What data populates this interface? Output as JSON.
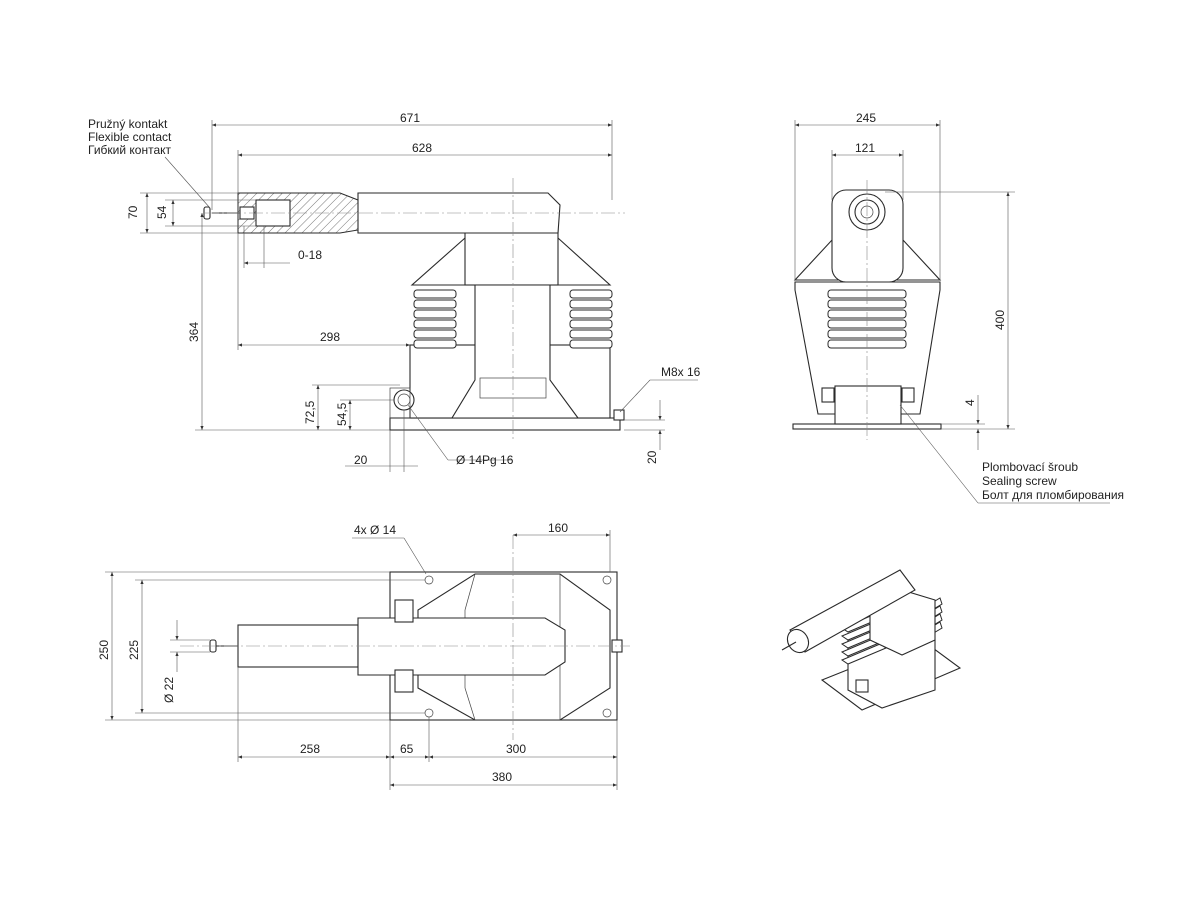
{
  "labels": {
    "flexible_contact": [
      "Pružný kontakt",
      "Flexible contact",
      "Гибкий контакт"
    ],
    "sealing_screw": [
      "Plombovací šroub",
      "Sealing screw",
      "Болт для пломбирования"
    ],
    "hole_callout": "Ø 14Pg 16",
    "bolt_callout": "M8x 16",
    "holes_callout": "4x Ø 14"
  },
  "front_view": {
    "overall_length": "671",
    "arm_length": "628",
    "contact_height": "70",
    "contact_inner": "54",
    "contact_travel": "0-18",
    "total_height": "364",
    "arm_to_base": "298",
    "hole_height": "72,5",
    "hole_center": "54,5",
    "hole_offset": "20",
    "bolt_offset": "20"
  },
  "side_view": {
    "overall_width": "245",
    "head_width": "121",
    "total_height": "400",
    "base_thickness": "4"
  },
  "top_view": {
    "base_width": "250",
    "hole_spacing": "225",
    "arm_diameter": "Ø 22",
    "center_to_edge": "160",
    "arm_projection": "258",
    "flange_offset": "65",
    "body_length": "300",
    "base_length": "380"
  }
}
